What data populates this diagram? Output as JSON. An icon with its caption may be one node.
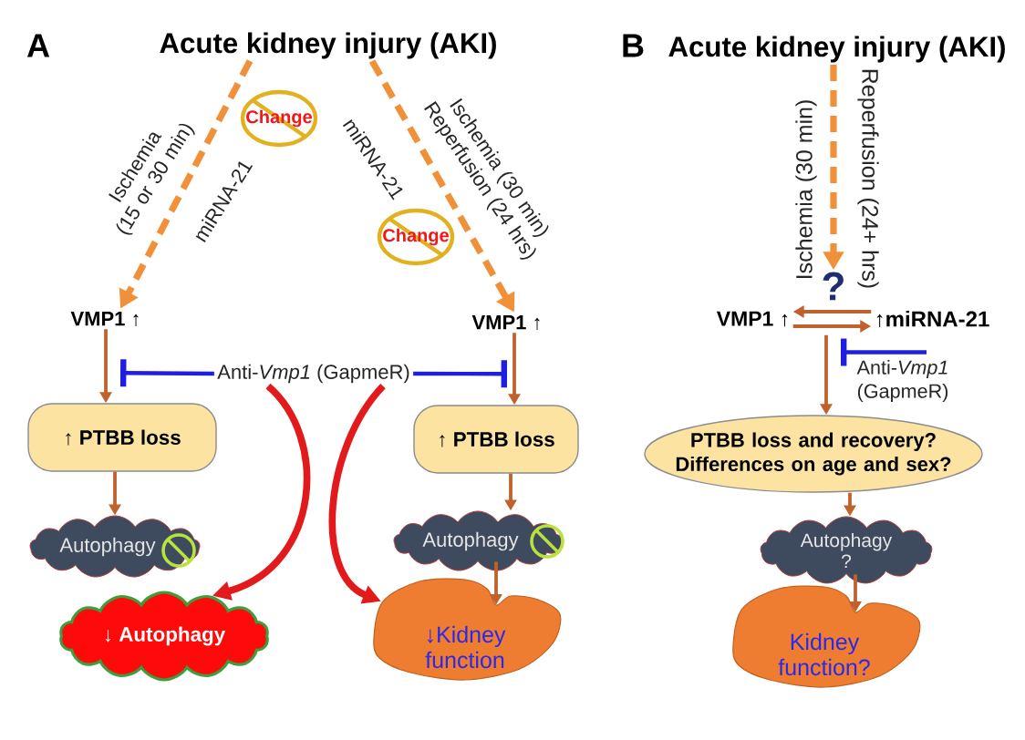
{
  "diagram": {
    "nodes": [
      {
        "text": [
          "Acute kidney injury (AKI)"
        ]
      },
      {
        "text": [
          "Change"
        ]
      },
      {
        "text": [
          "Change"
        ]
      },
      {
        "text": [
          "**VMP1** ↑"
        ]
      },
      {
        "text": [
          "**VMP1** ↑"
        ]
      },
      {
        "text": [
          "Anti-*Vmp1* (GapmeR)"
        ]
      },
      {
        "text": [
          "↑ PTBB loss"
        ]
      },
      {
        "text": [
          "↑ PTBB loss"
        ]
      },
      {
        "text": [
          "Autophagy"
        ]
      },
      {
        "text": [
          "Autophagy"
        ]
      },
      {
        "text": [
          "↓ Autophagy"
        ]
      },
      {
        "text": [
          "↓Kidney function"
        ]
      },
      {
        "text": [
          "Acute kidney injury (AKI)"
        ]
      },
      {
        "text": [
          "?"
        ]
      },
      {
        "text": [
          "**VMP1** ↑"
        ]
      },
      {
        "text": [
          "↑**miRNA-21**"
        ]
      },
      {
        "text": [
          "Anti-*Vmp1* (GapmeR)"
        ]
      },
      {
        "text": [
          "PTBB loss and recovery? Differences on age and sex?"
        ]
      },
      {
        "text": [
          "Autophagy ?"
        ]
      },
      {
        "text": [
          "Kidney function?"
        ]
      }
    ],
    "edges": [
      {
        "from": 0,
        "to": 3,
        "arrow": "to",
        "label": "Ischemia (15 or 30 min)",
        "style": "dashed",
        "color": "#f0913a"
      },
      {
        "from": 0,
        "to": 4,
        "arrow": "to",
        "label": "Ischemia (30 min) Reperfusion (24 hrs)",
        "style": "dashed",
        "color": "#f0913a"
      },
      {
        "from": 3,
        "to": 6,
        "arrow": "to"
      },
      {
        "from": 5,
        "to": 3,
        "arrow": "other",
        "color": "#1f1fe0"
      },
      {
        "from": 5,
        "to": 4,
        "arrow": "other",
        "color": "#1f1fe0"
      },
      {
        "from": 5,
        "to": 10,
        "arrow": "to",
        "style": "thick",
        "color": "#e31a1c"
      },
      {
        "from": 5,
        "to": 11,
        "arrow": "to",
        "style": "thick",
        "color": "#e31a1c"
      },
      {
        "from": 6,
        "to": 8,
        "arrow": "to"
      },
      {
        "from": 4,
        "to": 7,
        "arrow": "to"
      },
      {
        "from": 7,
        "to": 9,
        "arrow": "to"
      },
      {
        "from": 9,
        "to": 11,
        "arrow": "to"
      },
      {
        "from": 12,
        "to": 13,
        "arrow": "to",
        "label": "Ischemia (30 min)",
        "style": "dashed",
        "color": "#f0913a"
      },
      {
        "from": 15,
        "to": 14,
        "arrow": "to"
      },
      {
        "from": 14,
        "to": 15,
        "arrow": "to"
      },
      {
        "from": 13,
        "to": 17,
        "arrow": "to"
      },
      {
        "from": 16,
        "to": null,
        "arrow": "other",
        "color": "#1f1fe0"
      },
      {
        "from": 17,
        "to": 18,
        "arrow": "to"
      },
      {
        "from": 18,
        "to": 19,
        "arrow": "to"
      }
    ],
    "labels": [
      "A",
      "miRNA-21",
      "miRNA-21",
      "B",
      "Reperfusion (24+ hrs)"
    ]
  }
}
